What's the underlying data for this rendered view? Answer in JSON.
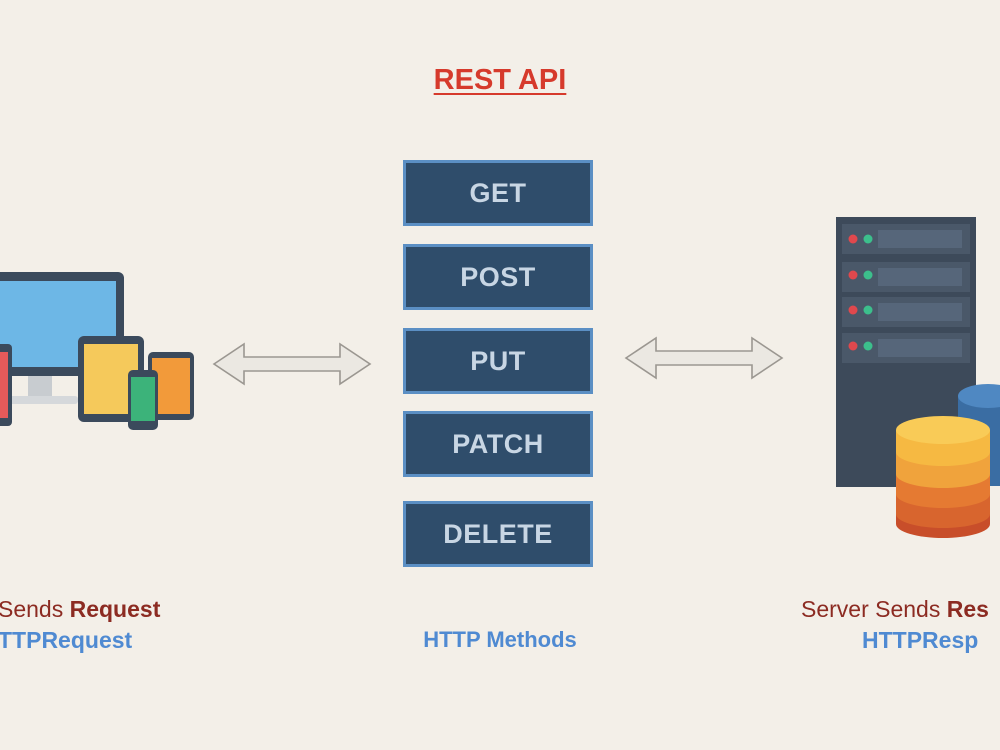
{
  "title": "REST API",
  "methods": [
    "GET",
    "POST",
    "PUT",
    "PATCH",
    "DELETE"
  ],
  "client": {
    "caption_prefix": "Sends ",
    "caption_bold": "Request",
    "sub": "TTPRequest"
  },
  "center": {
    "sub": "HTTP Methods"
  },
  "server": {
    "caption_prefix": "Server Sends ",
    "caption_bold": "Res",
    "sub": "HTTPResp"
  },
  "colors": {
    "title": "#d63a2c",
    "method_bg": "#2f4d6b",
    "method_border": "#5b8fc4",
    "caption_red": "#8c2b22",
    "caption_blue": "#4f8ad2"
  }
}
